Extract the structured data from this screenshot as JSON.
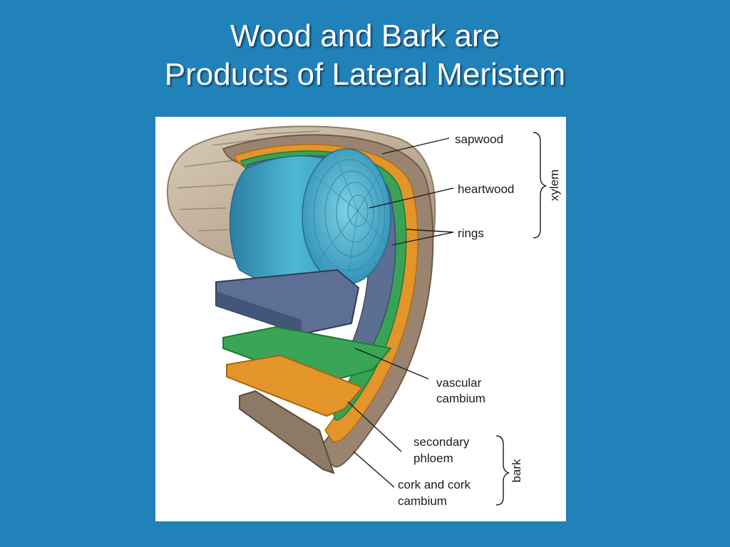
{
  "slide": {
    "title_line1": "Wood and Bark are",
    "title_line2": "Products of Lateral Meristem"
  },
  "diagram": {
    "labels": {
      "sapwood": "sapwood",
      "heartwood": "heartwood",
      "rings": "rings",
      "xylem": "xylem",
      "vascular_cambium_1": "vascular",
      "vascular_cambium_2": "cambium",
      "secondary_phloem_1": "secondary",
      "secondary_phloem_2": "phloem",
      "cork_1": "cork and cork",
      "cork_2": "cambium",
      "bark": "bark"
    },
    "colors": {
      "background": "#2181b9",
      "heartwood": "#4fb3cf",
      "sapwood": "#5d6f93",
      "vascular_cambium": "#3aa457",
      "secondary_phloem": "#e0962b",
      "bark": "#8d7a66"
    }
  }
}
